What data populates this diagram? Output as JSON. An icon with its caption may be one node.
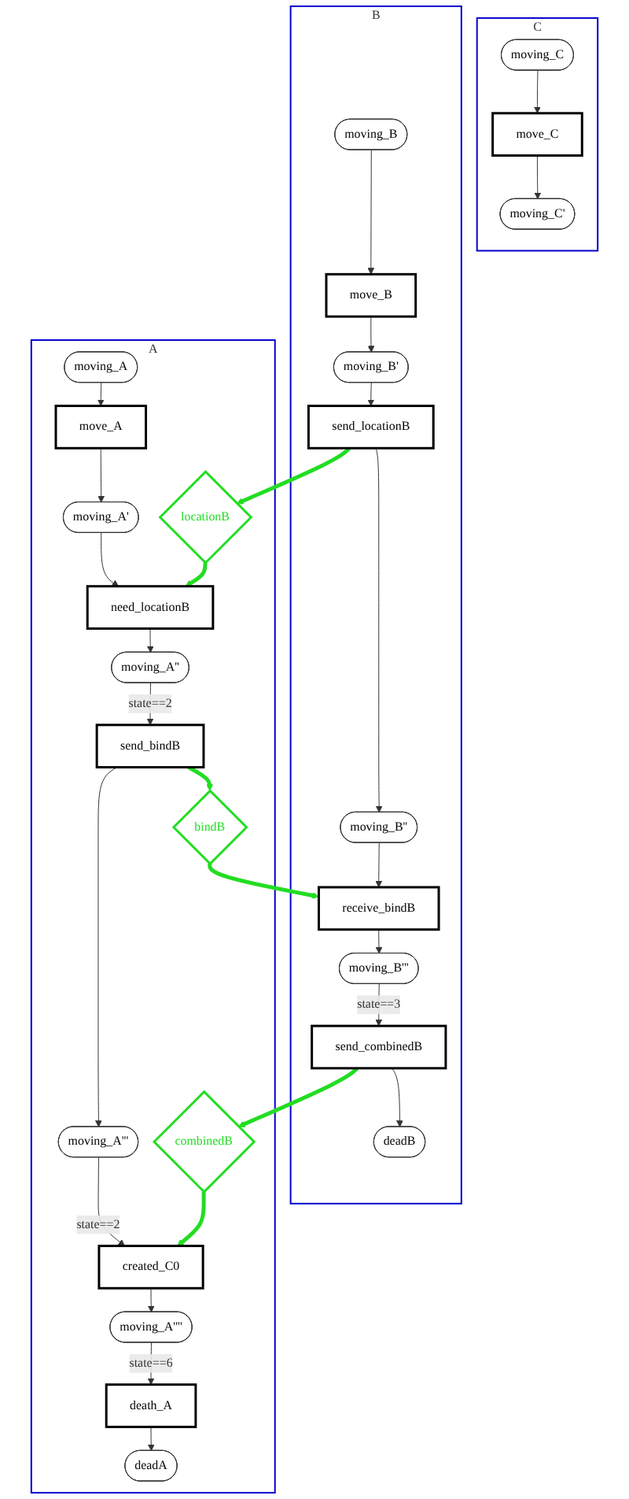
{
  "diagram": {
    "nodes": [
      {
        "text": [
          "C"
        ]
      },
      {
        "text": [
          "moving_C"
        ],
        "in": 0
      },
      {
        "text": [
          "move_C"
        ],
        "in": 0
      },
      {
        "text": [
          "moving_C'"
        ],
        "in": 0
      },
      {
        "text": [
          "B"
        ]
      },
      {
        "text": [
          "moving_B"
        ],
        "in": 4
      },
      {
        "text": [
          "move_B"
        ],
        "in": 4
      },
      {
        "text": [
          "moving_B'"
        ],
        "in": 4
      },
      {
        "text": [
          "send_locationB"
        ],
        "in": 4
      },
      {
        "text": [
          "moving_B''"
        ],
        "in": 4
      },
      {
        "text": [
          "receive_bindB"
        ],
        "in": 4
      },
      {
        "text": [
          "moving_B'''"
        ],
        "in": 4
      },
      {
        "text": [
          "send_combinedB"
        ],
        "in": 4
      },
      {
        "text": [
          "deadB"
        ],
        "in": 4
      },
      {
        "text": [
          "A"
        ]
      },
      {
        "text": [
          "moving_A"
        ],
        "in": 14
      },
      {
        "text": [
          "move_A"
        ],
        "in": 14
      },
      {
        "text": [
          "moving_A'"
        ],
        "in": 14
      },
      {
        "text": [
          "locationB"
        ],
        "in": 14
      },
      {
        "text": [
          "need_locationB"
        ],
        "in": 14
      },
      {
        "text": [
          "moving_A''"
        ],
        "in": 14
      },
      {
        "text": [
          "send_bindB"
        ],
        "in": 14
      },
      {
        "text": [
          "bindB"
        ],
        "in": 14
      },
      {
        "text": [
          "moving_A'''"
        ],
        "in": 14
      },
      {
        "text": [
          "combinedB"
        ],
        "in": 14
      },
      {
        "text": [
          "created_C0"
        ],
        "in": 14
      },
      {
        "text": [
          "moving_A''''"
        ],
        "in": 14
      },
      {
        "text": [
          "death_A"
        ],
        "in": 14
      },
      {
        "text": [
          "deadA"
        ],
        "in": 14
      }
    ],
    "edges": [
      {
        "from": 1,
        "to": 2,
        "arrow": "to"
      },
      {
        "from": 2,
        "to": 3,
        "arrow": "to"
      },
      {
        "from": 5,
        "to": 6,
        "arrow": "to"
      },
      {
        "from": 6,
        "to": 7,
        "arrow": "to"
      },
      {
        "from": 7,
        "to": 8,
        "arrow": "to"
      },
      {
        "from": 8,
        "to": 9,
        "arrow": "to"
      },
      {
        "from": 9,
        "to": 10,
        "arrow": "to"
      },
      {
        "from": 10,
        "to": 11,
        "arrow": "to"
      },
      {
        "from": 11,
        "to": 12,
        "arrow": "to",
        "label": "state==3"
      },
      {
        "from": 12,
        "to": 13,
        "arrow": "to"
      },
      {
        "from": 8,
        "to": 18,
        "arrow": "to",
        "style": "thick",
        "color": "#22dd22"
      },
      {
        "from": 18,
        "to": 19,
        "arrow": "to",
        "style": "thick",
        "color": "#22dd22"
      },
      {
        "from": 15,
        "to": 16,
        "arrow": "to"
      },
      {
        "from": 16,
        "to": 17,
        "arrow": "to"
      },
      {
        "from": 17,
        "to": 19,
        "arrow": "to"
      },
      {
        "from": 19,
        "to": 20,
        "arrow": "to"
      },
      {
        "from": 20,
        "to": 21,
        "arrow": "to",
        "label": "state==2"
      },
      {
        "from": 21,
        "to": 22,
        "arrow": "to",
        "style": "thick",
        "color": "#22dd22"
      },
      {
        "from": 22,
        "to": 10,
        "arrow": "to",
        "style": "thick",
        "color": "#22dd22"
      },
      {
        "from": 21,
        "to": 23,
        "arrow": "to"
      },
      {
        "from": 23,
        "to": 25,
        "arrow": "to",
        "label": "state==2"
      },
      {
        "from": 12,
        "to": 24,
        "arrow": "to",
        "style": "thick",
        "color": "#22dd22"
      },
      {
        "from": 24,
        "to": 25,
        "arrow": "to",
        "style": "thick",
        "color": "#22dd22"
      },
      {
        "from": 25,
        "to": 26,
        "arrow": "to"
      },
      {
        "from": 26,
        "to": 27,
        "arrow": "to",
        "label": "state==6"
      },
      {
        "from": 27,
        "to": 28,
        "arrow": "to"
      }
    ]
  }
}
